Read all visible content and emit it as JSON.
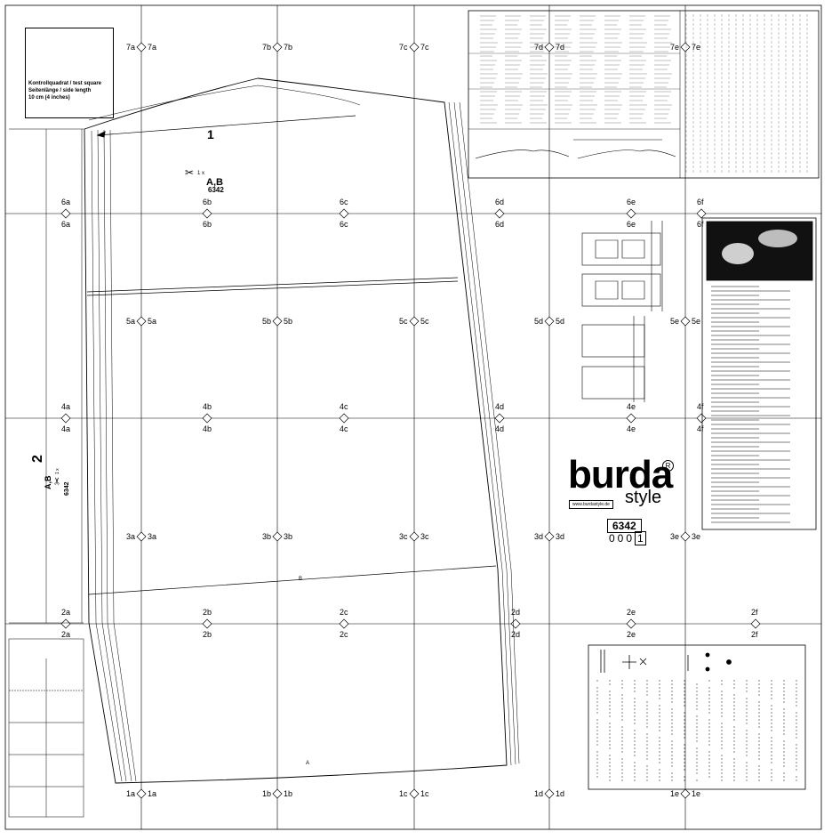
{
  "test_square": {
    "title": "Kontrollquadrat / test square",
    "side_label": "Seitenlänge / side length",
    "size": "10 cm (4 inches)"
  },
  "grid_labels": {
    "row7": [
      "7a",
      "7b",
      "7c",
      "7d",
      "7e"
    ],
    "row6": [
      "6a",
      "6b",
      "6c",
      "6d",
      "6e",
      "6f"
    ],
    "row5": [
      "5a",
      "5b",
      "5c",
      "5d",
      "5e"
    ],
    "row4": [
      "4a",
      "4b",
      "4c",
      "4d",
      "4e",
      "4f"
    ],
    "row3": [
      "3a",
      "3b",
      "3c",
      "3d",
      "3e"
    ],
    "row2": [
      "2a",
      "2b",
      "2c",
      "2d",
      "2e",
      "2f"
    ],
    "row1": [
      "1a",
      "1b",
      "1c",
      "1d",
      "1e"
    ]
  },
  "piece1": {
    "number": "1",
    "views": "A,B",
    "cut": "1 x",
    "model": "6342"
  },
  "piece2": {
    "number": "2",
    "views": "A,B",
    "cut": "1 x",
    "model": "6342"
  },
  "hem_labels": {
    "b": "B",
    "a": "A"
  },
  "brand": {
    "name": "burda",
    "sub": "style",
    "reg": "R",
    "url": "www.burdastyle.de",
    "model": "6342",
    "sheet_prefix": "000",
    "sheet_index": "1"
  },
  "icon_names": [
    "scissors-icon",
    "grainline-icon",
    "cross-icon",
    "dot-icon",
    "notch-icon"
  ]
}
